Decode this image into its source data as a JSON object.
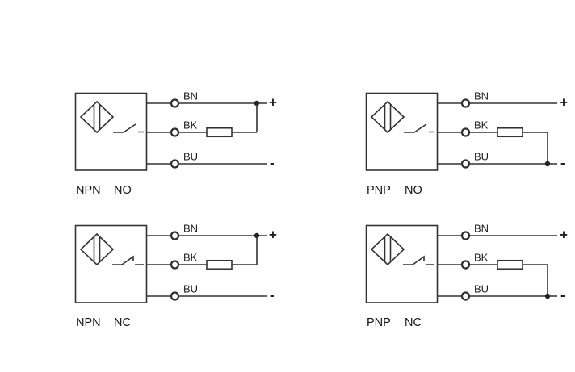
{
  "colors": {
    "background": "#ffffff",
    "line": "#333333",
    "text": "#1f1f1f"
  },
  "wires": {
    "bn": "BN",
    "bk": "BK",
    "bu": "BU"
  },
  "terminals": {
    "positive": "+",
    "negative": "-"
  },
  "diagrams": [
    {
      "type_label": "NPN",
      "contact_label": "NO"
    },
    {
      "type_label": "PNP",
      "contact_label": "NO"
    },
    {
      "type_label": "NPN",
      "contact_label": "NC"
    },
    {
      "type_label": "PNP",
      "contact_label": "NC"
    }
  ]
}
